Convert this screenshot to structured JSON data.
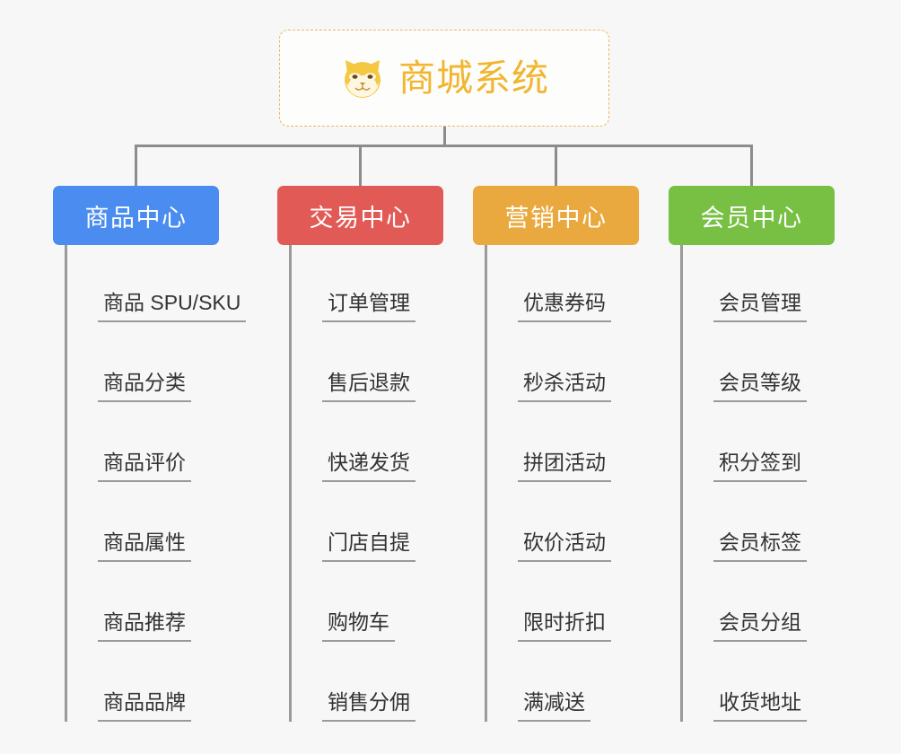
{
  "diagram": {
    "type": "mindmap",
    "title": "商城系统",
    "background_color": "#f7f7f7",
    "root": {
      "label": "商城系统",
      "icon": "shiba-dog-icon",
      "text_color": "#f2b52e",
      "border_color": "#e8b860",
      "border_style": "dashed"
    },
    "branches": [
      {
        "label": "商品中心",
        "color": "#4a8cef",
        "children": [
          "商品 SPU/SKU",
          "商品分类",
          "商品评价",
          "商品属性",
          "商品推荐",
          "商品品牌"
        ]
      },
      {
        "label": "交易中心",
        "color": "#e15a56",
        "children": [
          "订单管理",
          "售后退款",
          "快递发货",
          "门店自提",
          "购物车",
          "销售分佣"
        ]
      },
      {
        "label": "营销中心",
        "color": "#eaa93f",
        "children": [
          "优惠券码",
          "秒杀活动",
          "拼团活动",
          "砍价活动",
          "限时折扣",
          "满减送"
        ]
      },
      {
        "label": "会员中心",
        "color": "#77c043",
        "children": [
          "会员管理",
          "会员等级",
          "积分签到",
          "会员标签",
          "会员分组",
          "收货地址"
        ]
      }
    ],
    "connector_color": "#8c8c8c",
    "spine_color": "#9a9a9a",
    "leaf_text_color": "#333333"
  }
}
